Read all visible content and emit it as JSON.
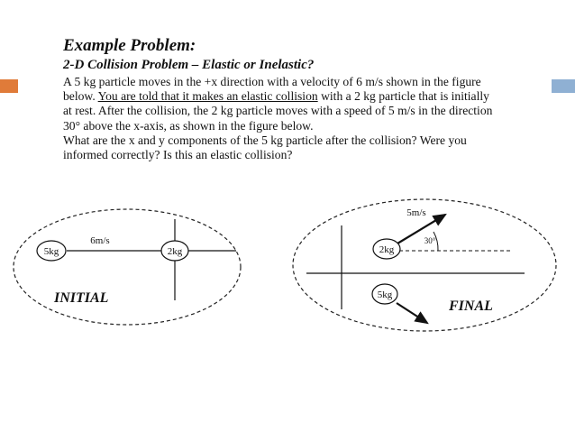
{
  "slide": {
    "title": "Example Problem:",
    "subtitle": "2-D Collision Problem – Elastic or Inelastic?",
    "paragraph1": {
      "part1": "A 5 kg particle moves in the +x direction with a velocity of 6 m/s shown in the figure below. ",
      "underlined": "You are told that it makes an elastic collision",
      "part2": " with a 2 kg particle that is initially at rest. After the collision, the 2 kg particle moves with a speed of 5 m/s in the direction 30° above the x-axis, as shown in the figure below."
    },
    "paragraph2": "What are the x and y components of the 5 kg particle after the collision? Were you informed correctly? Is this an elastic collision?"
  },
  "figure": {
    "initial": {
      "mass1_label": "5kg",
      "mass2_label": "2kg",
      "velocity_label": "6m/s",
      "caption": "INITIAL"
    },
    "final": {
      "mass2_label": "2kg",
      "mass1_label": "5kg",
      "velocity_label": "5m/s",
      "angle_label": "30°",
      "caption": "FINAL"
    }
  },
  "colors": {
    "accent_left": "#e07b39",
    "accent_right": "#8fb0d3"
  }
}
